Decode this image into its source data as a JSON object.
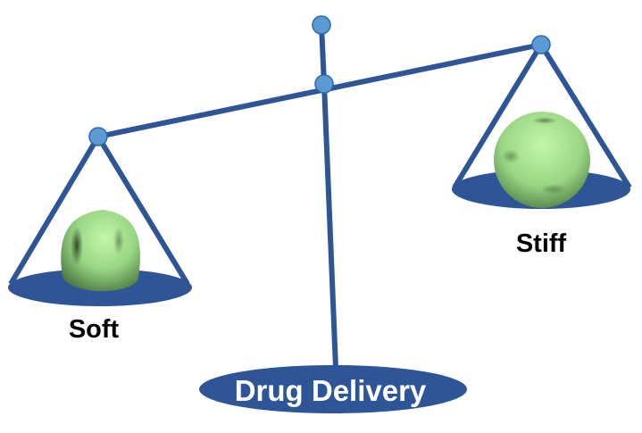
{
  "labels": {
    "left": "Soft",
    "right": "Stiff",
    "base": "Drug Delivery"
  },
  "colors": {
    "structure": "#2e5597",
    "joint_fill": "#5b9bd5",
    "joint_stroke": "#2e6aa8",
    "particle": "#9fdc8a",
    "label_text": "#000000",
    "base_text": "#ffffff"
  }
}
